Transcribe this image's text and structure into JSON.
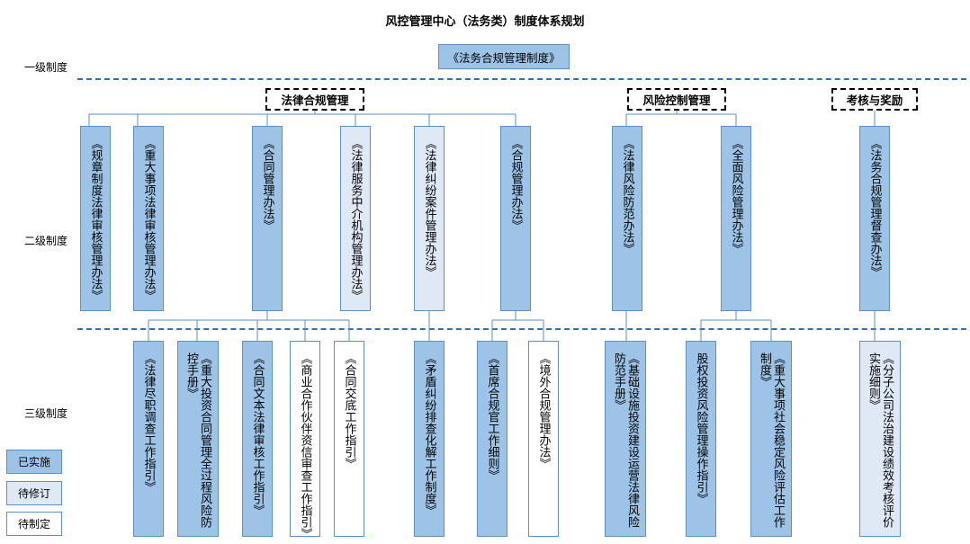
{
  "title": "风控管理中心（法务类）制度体系规划",
  "levels": [
    "一级制度",
    "二级制度",
    "三级制度"
  ],
  "level1": "《法务合规管理制度》",
  "categories": [
    "法律合规管理",
    "风险控制管理",
    "考核与奖励"
  ],
  "level2": [
    "《规章制度法律审核管理办法》",
    "《重大事项法律审核管理办法》",
    "《合同管理办法》",
    "《法律服务中介机构管理办法》",
    "《法律纠纷案件管理办法》",
    "《合规管理办法》",
    "《法律风险防范办法》",
    "《全面风险管理办法》",
    "《法务合规管理督查办法》"
  ],
  "level3": [
    "《法律尽职调查工作指引》",
    "《重大投资合同管理全过程风险防控手册》",
    "《合同文本法律审核工作指引》",
    "《商业合作伙伴资信审查工作指引》",
    "《合同交底工作指引》",
    "《矛盾纠纷排查化解工作制度》",
    "《首席合规官工作细则》",
    "《境外合规管理办法》",
    "《基础设施投资建设运营法律风险防范手册》",
    "股权投资风险管理操作指引》",
    "《重大事项社会稳定风险评估工作制度》",
    "《分子公司法治建设绩效考核评价实施细则》"
  ],
  "legend": [
    "已实施",
    "待修订",
    "待制定"
  ],
  "colors": {
    "implemented": "#9dc3e6",
    "to_revise": "#dfe9f6",
    "to_formulate": "#ffffff",
    "border": "#5b8fc7",
    "dash": "#2f6fb5"
  }
}
